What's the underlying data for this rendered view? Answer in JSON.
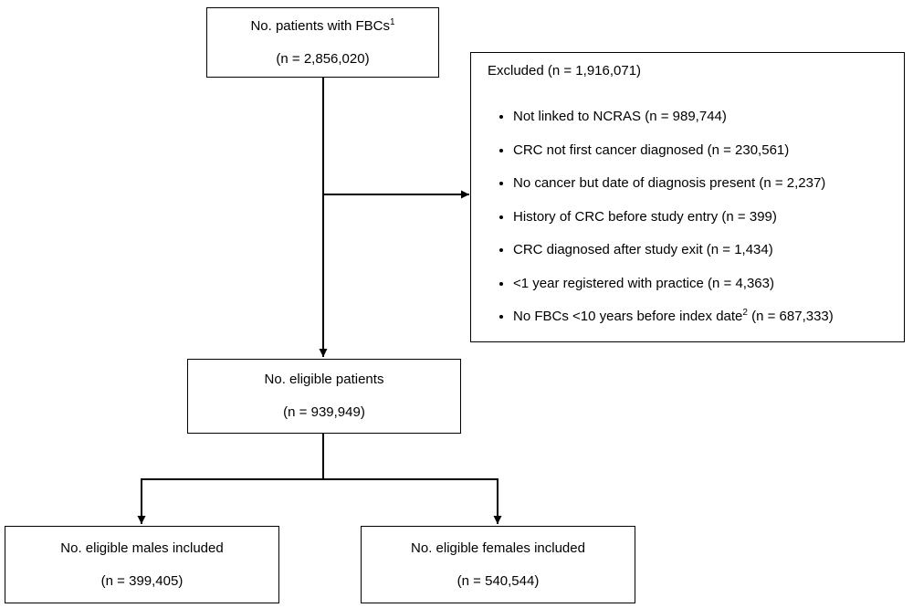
{
  "top_box": {
    "title_pre": "No. patients with FBCs",
    "title_sup": "1",
    "count": "(n = 2,856,020)"
  },
  "excluded_box": {
    "title": "Excluded (n = 1,916,071)",
    "items": [
      {
        "pre": "Not linked to NCRAS (n = 989,744)",
        "sup": "",
        "post": ""
      },
      {
        "pre": "CRC not first cancer diagnosed (n = 230,561)",
        "sup": "",
        "post": ""
      },
      {
        "pre": "No cancer but date of diagnosis present (n = 2,237)",
        "sup": "",
        "post": ""
      },
      {
        "pre": "History of CRC before study entry (n = 399)",
        "sup": "",
        "post": ""
      },
      {
        "pre": "CRC diagnosed after study exit (n = 1,434)",
        "sup": "",
        "post": ""
      },
      {
        "pre": "<1 year registered with practice (n = 4,363)",
        "sup": "",
        "post": ""
      },
      {
        "pre": "No FBCs <10 years before index date",
        "sup": "2",
        "post": " (n = 687,333)"
      }
    ]
  },
  "eligible_box": {
    "title": "No. eligible patients",
    "count": "(n = 939,949)"
  },
  "males_box": {
    "title": "No. eligible males included",
    "count": "(n = 399,405)"
  },
  "females_box": {
    "title": "No. eligible females included",
    "count": "(n = 540,544)"
  },
  "colors": {
    "line": "#000000",
    "background": "#ffffff",
    "text": "#000000"
  }
}
